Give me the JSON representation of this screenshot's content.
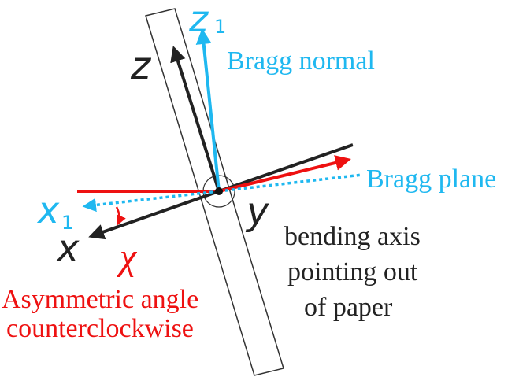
{
  "labels": {
    "z1_axis": "z",
    "z1_sub": "1",
    "bragg_normal": "Bragg normal",
    "z_axis": "z",
    "bragg_plane": "Bragg plane",
    "x1_axis": "x",
    "x1_sub": "1",
    "x_axis": "x",
    "y_axis": "y",
    "chi": "χ",
    "asym_line1": "Asymmetric angle",
    "asym_line2": "counterclockwise",
    "bend_line1": "bending axis",
    "bend_line2": "pointing out",
    "bend_line3": "of paper"
  },
  "colors": {
    "cyan": "#1fb8f0",
    "red": "#ee1111",
    "black": "#222222"
  }
}
